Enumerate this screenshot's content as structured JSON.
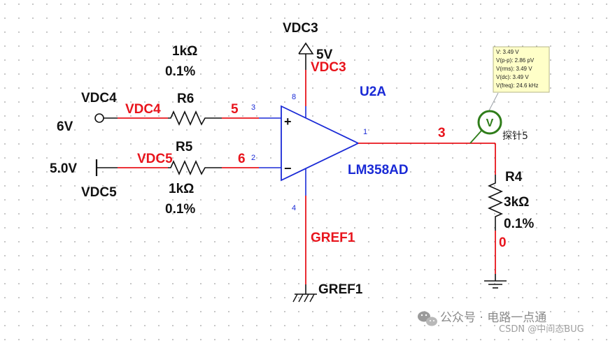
{
  "colors": {
    "wire_red": "#e8141c",
    "component_blue": "#1a2ad6",
    "probe_green": "#2f7d1a",
    "probe_box_bg": "#ffffc8",
    "grid_dot": "#9c9c9c"
  },
  "vdc3": {
    "name": "VDC3",
    "value": "5V",
    "net": "VDC3",
    "pin": "8"
  },
  "vdc4": {
    "name": "VDC4",
    "value": "6V",
    "net": "VDC4"
  },
  "vdc5": {
    "name": "VDC5",
    "value": "5.0V",
    "net": "VDC5"
  },
  "r6": {
    "name": "R6",
    "value": "1kΩ",
    "tol": "0.1%",
    "net": "5",
    "pin": "3"
  },
  "r5": {
    "name": "R5",
    "value": "1kΩ",
    "tol": "0.1%",
    "net": "6",
    "pin": "2"
  },
  "opamp": {
    "ref": "U2A",
    "part": "LM358AD",
    "plus": "+",
    "minus": "−",
    "out_pin": "1",
    "gnd_pin": "4"
  },
  "out_net": "3",
  "r4": {
    "name": "R4",
    "value": "3kΩ",
    "tol": "0.1%",
    "net": "0"
  },
  "gref": {
    "net": "GREF1",
    "symbol": "GREF1"
  },
  "probe": {
    "icon": "voltmeter-probe-icon",
    "symbol": "V",
    "label": "探针5",
    "lines": [
      "V: 3.49 V",
      "V(p-p): 2.86 pV",
      "V(rms): 3.49 V",
      "V(dc): 3.49 V",
      "V(freq): 24.6 kHz"
    ]
  },
  "watermark": {
    "icon": "wechat-icon",
    "text": "公众号 · 电路一点通",
    "csdn": "CSDN @中间态BUG"
  }
}
